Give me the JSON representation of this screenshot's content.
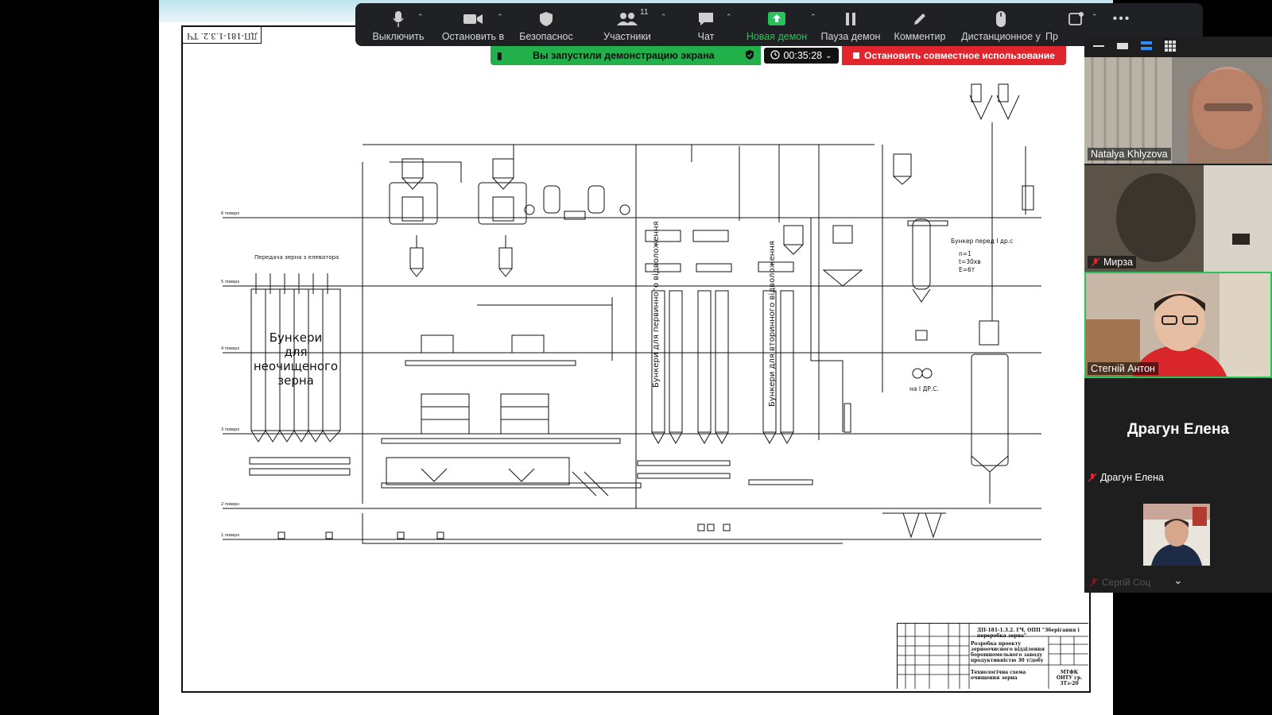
{
  "toolbar": {
    "mute": "Выключить",
    "stop_video": "Остановить в",
    "security": "Безопаснос",
    "participants": "Участники",
    "participants_count": "11",
    "chat": "Чат",
    "new_share": "Новая демон",
    "pause_share": "Пауза демон",
    "annotate": "Комментир",
    "remote": "Дистанционное у",
    "more_truncated": "Пр",
    "more_dots": "•••"
  },
  "share_bar": {
    "message": "Вы запустили демонстрацию экрана",
    "timer": "00:35:28",
    "stop": "Остановить совместное использование"
  },
  "participants": [
    {
      "name": "Natalya Khlyzova",
      "muted": false
    },
    {
      "name": "Мирза",
      "muted": true
    },
    {
      "name": "Стегній Антон",
      "muted": false
    },
    {
      "name": "Драгун Елена",
      "muted": true,
      "display_name": "Драгун Елена"
    },
    {
      "name": "Сергій Соц",
      "muted": true
    }
  ],
  "drawing": {
    "sheet_code": "ДП-181-1.3.2. ТЧ",
    "transfer_label": "Передача зерна з елеватора",
    "bunkers_raw": "Бункери для неочищеного зерна",
    "bunkers_primary": "Бункери для первинного відволоження",
    "bunkers_secondary": "Бункери для вторинного відволоження",
    "bunker_before": "Бункер перед І др.с",
    "bunker_before_specs": [
      "n=1",
      "t=30хв",
      "E=6т"
    ],
    "to_first": "на І ДР.С.",
    "floors": [
      "6 поверх",
      "5 поверх",
      "4 поверх",
      "3 поверх",
      "2 поверх",
      "1 поверх"
    ],
    "title_block": {
      "doc_code": "ДП-181-1.3.2. ГЧ, ОПП \"Зберігання і переробка зерна\"",
      "project": "Розробка проекту зерноочисного відділення борошномельного заводу продуктивністю 30 т/добу",
      "scheme": "Технологічна схема очищення зерна",
      "org": "МТФК ОНТУ гр. 3Тз-20"
    }
  },
  "colors": {
    "toolbar_bg": "#202124",
    "share_green": "#22b04b",
    "stop_red": "#e0252d",
    "active_green": "#27c25a"
  }
}
